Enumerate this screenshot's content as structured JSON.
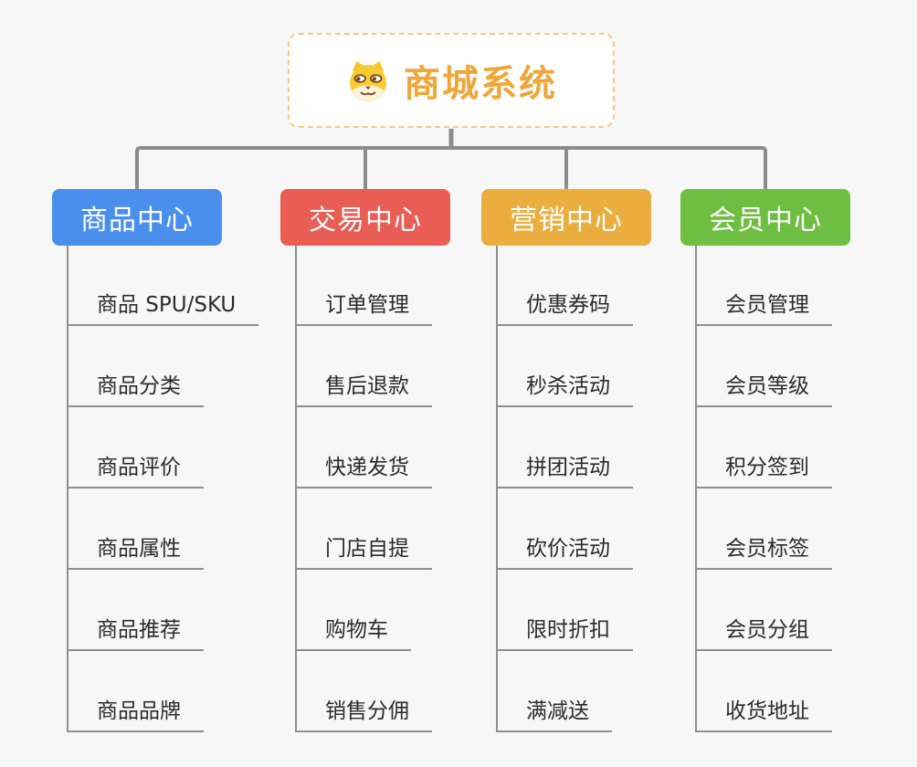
{
  "canvas": {
    "background": "#F7F7F7",
    "connector_color": "#8C8C8C"
  },
  "root": {
    "title": "商城系统",
    "icon": "dog-face-icon",
    "title_color": "#F0A73A",
    "border_color": "#F5C982",
    "icon_colors": {
      "fur": "#F9CB32",
      "muzzle": "#FDF3DC",
      "features": "#7A4A1E"
    }
  },
  "branches": [
    {
      "id": "product-center",
      "label": "商品中心",
      "color": "#4A8FEE",
      "items": [
        "商品 SPU/SKU",
        "商品分类",
        "商品评价",
        "商品属性",
        "商品推荐",
        "商品品牌"
      ]
    },
    {
      "id": "trade-center",
      "label": "交易中心",
      "color": "#E95D55",
      "items": [
        "订单管理",
        "售后退款",
        "快递发货",
        "门店自提",
        "购物车",
        "销售分佣"
      ]
    },
    {
      "id": "marketing-center",
      "label": "营销中心",
      "color": "#EBAD3E",
      "items": [
        "优惠券码",
        "秒杀活动",
        "拼团活动",
        "砍价活动",
        "限时折扣",
        "满减送"
      ]
    },
    {
      "id": "member-center",
      "label": "会员中心",
      "color": "#6DBE41",
      "items": [
        "会员管理",
        "会员等级",
        "积分签到",
        "会员标签",
        "会员分组",
        "收货地址"
      ]
    }
  ]
}
